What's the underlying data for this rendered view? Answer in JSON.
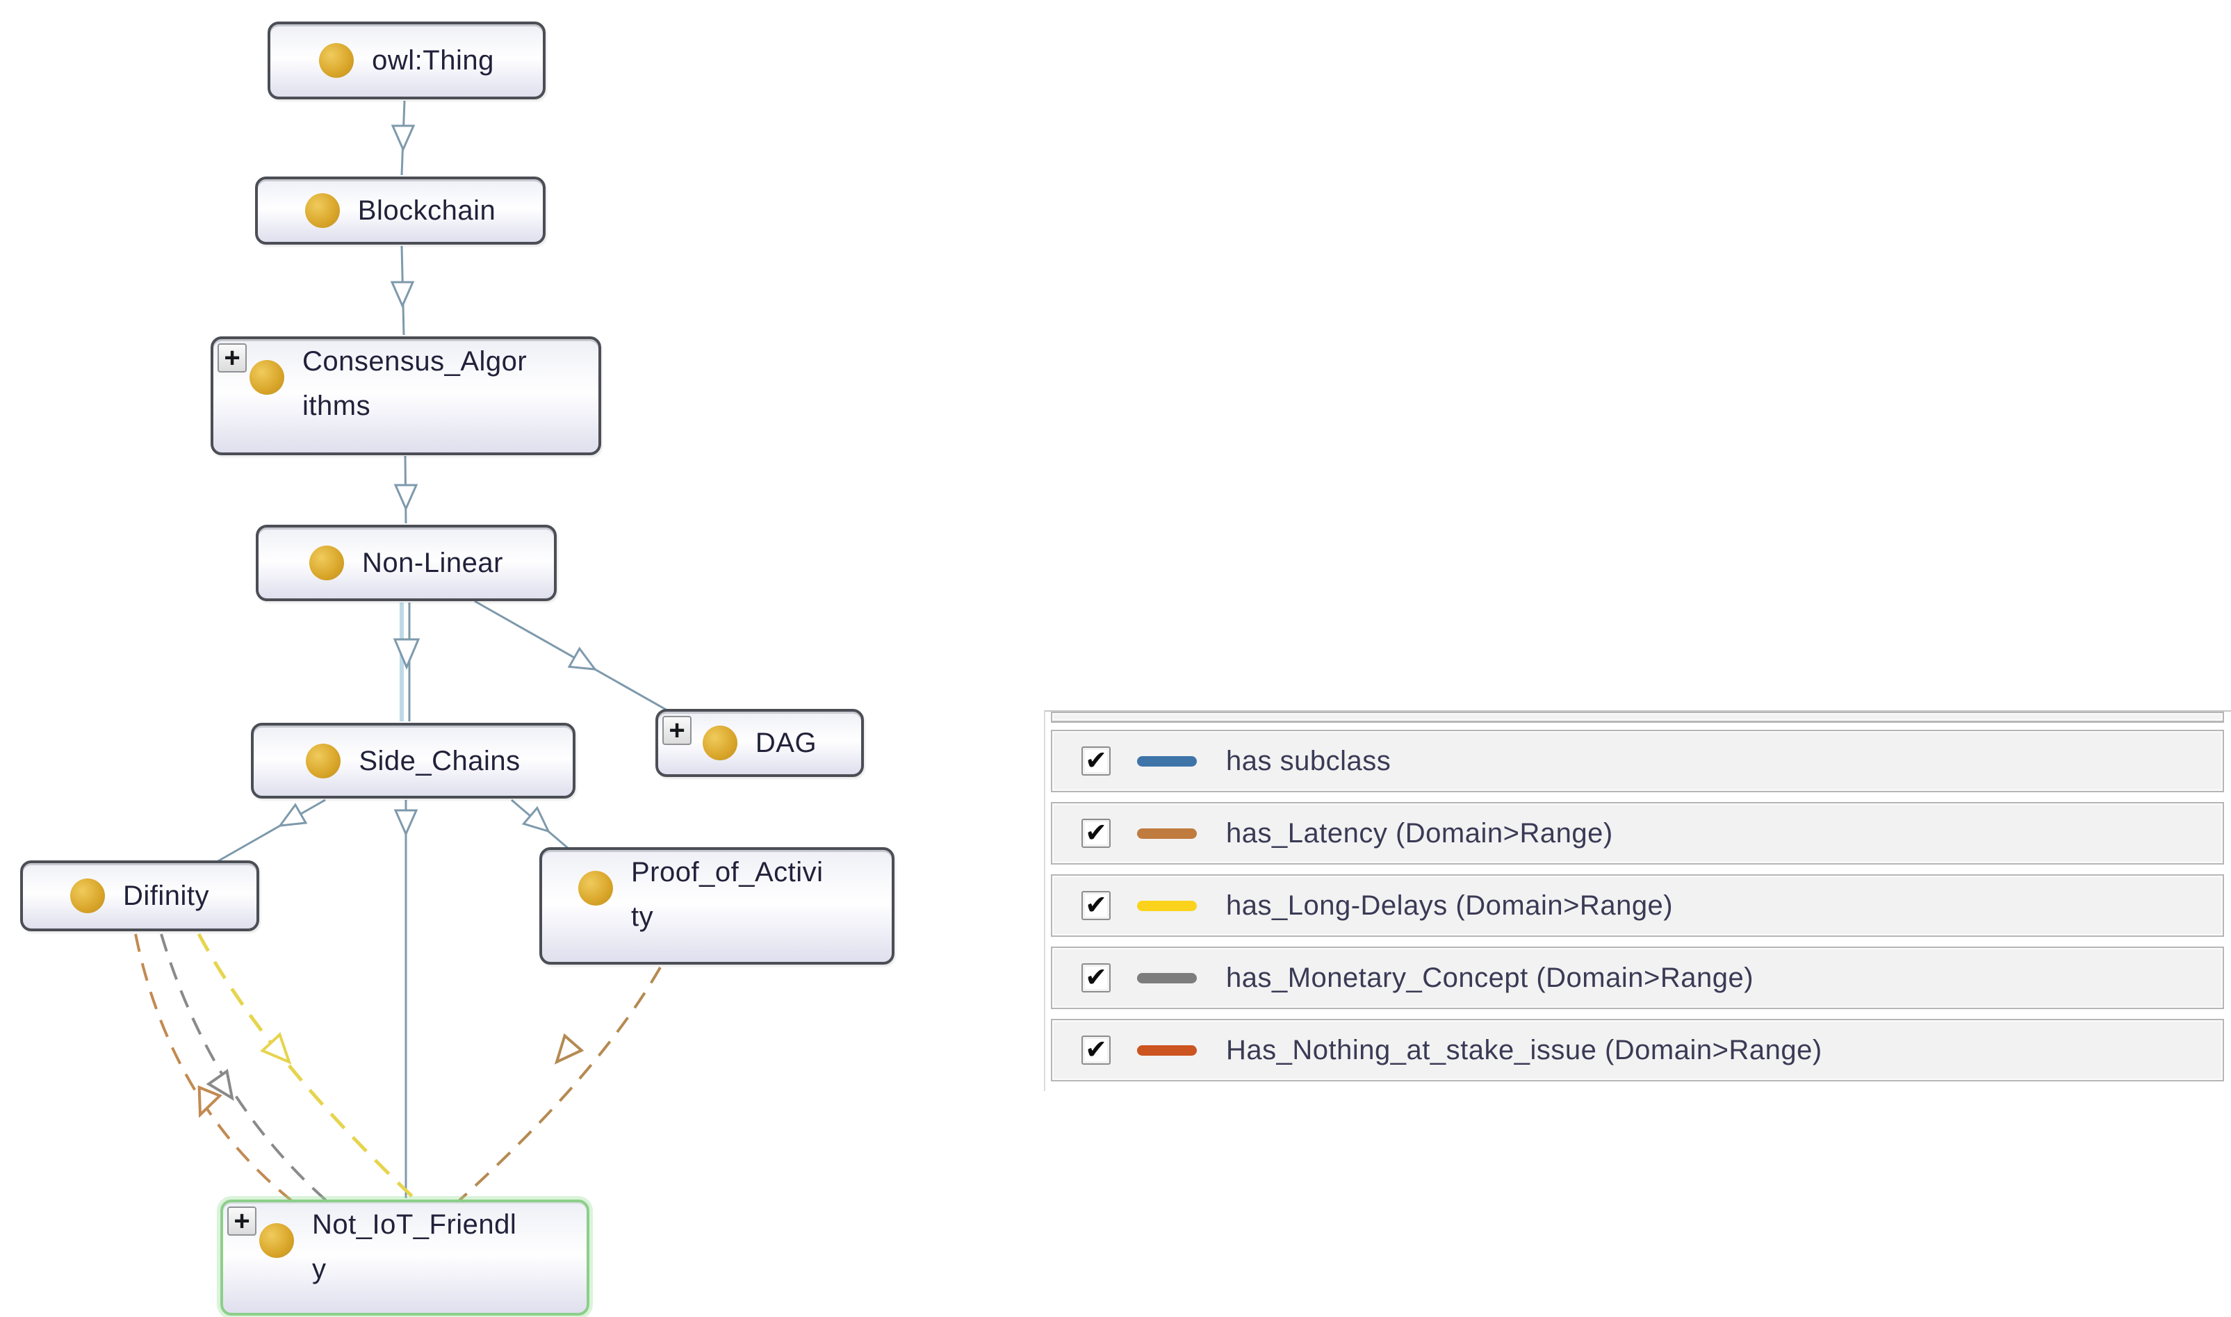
{
  "colors": {
    "node-border": "#4b4e55",
    "selected-border": "#8ccf8a",
    "class-icon": "#d9a62a",
    "subclass-edge": "#7e9aac",
    "subclass-edge-light": "#bedae8",
    "latency-edge": "#b58a52",
    "long-delays-edge": "#e6d44d",
    "monetary-edge": "#8a8a8a",
    "nothing-at-stake-edge": "#c28a52"
  },
  "graph": {
    "expand_glyph": "+",
    "nodes": [
      {
        "id": "owl-thing",
        "lines": [
          "owl:Thing"
        ],
        "expandable": false,
        "selected": false
      },
      {
        "id": "blockchain",
        "lines": [
          "Blockchain"
        ],
        "expandable": false,
        "selected": false
      },
      {
        "id": "consensus-algorithms",
        "lines": [
          "Consensus_Algor",
          "ithms"
        ],
        "expandable": true,
        "selected": false
      },
      {
        "id": "non-linear",
        "lines": [
          "Non-Linear"
        ],
        "expandable": false,
        "selected": false
      },
      {
        "id": "side-chains",
        "lines": [
          "Side_Chains"
        ],
        "expandable": false,
        "selected": false
      },
      {
        "id": "dag",
        "lines": [
          "DAG"
        ],
        "expandable": true,
        "selected": false
      },
      {
        "id": "difinity",
        "lines": [
          "Difinity"
        ],
        "expandable": false,
        "selected": false
      },
      {
        "id": "proof-of-activity",
        "lines": [
          "Proof_of_Activi",
          "ty"
        ],
        "expandable": false,
        "selected": false
      },
      {
        "id": "not-iot-friendly",
        "lines": [
          "Not_IoT_Friendl",
          "y"
        ],
        "expandable": true,
        "selected": true
      }
    ],
    "edges": [
      {
        "from": "owl:Thing",
        "to": "Blockchain",
        "relation": "has subclass"
      },
      {
        "from": "Blockchain",
        "to": "Consensus_Algorithms",
        "relation": "has subclass"
      },
      {
        "from": "Consensus_Algorithms",
        "to": "Non-Linear",
        "relation": "has subclass"
      },
      {
        "from": "Non-Linear",
        "to": "Side_Chains",
        "relation": "has subclass"
      },
      {
        "from": "Non-Linear",
        "to": "DAG",
        "relation": "has subclass"
      },
      {
        "from": "Side_Chains",
        "to": "Difinity",
        "relation": "has subclass"
      },
      {
        "from": "Side_Chains",
        "to": "Not_IoT_Friendly",
        "relation": "has subclass"
      },
      {
        "from": "Side_Chains",
        "to": "Proof_of_Activity",
        "relation": "has subclass"
      },
      {
        "from": "Difinity",
        "to": "Not_IoT_Friendly",
        "relation": "Has_Nothing_at_stake_issue"
      },
      {
        "from": "Difinity",
        "to": "Not_IoT_Friendly",
        "relation": "has_Monetary_Concept"
      },
      {
        "from": "Difinity",
        "to": "Not_IoT_Friendly",
        "relation": "has_Long-Delays"
      },
      {
        "from": "Proof_of_Activity",
        "to": "Not_IoT_Friendly",
        "relation": "has_Latency"
      }
    ]
  },
  "legend": {
    "check_glyph": "✔",
    "items": [
      {
        "label": "has subclass",
        "color": "#3e74a8",
        "checked": true
      },
      {
        "label": "has_Latency (Domain>Range)",
        "color": "#c07b3e",
        "checked": true
      },
      {
        "label": "has_Long-Delays (Domain>Range)",
        "color": "#fbd31c",
        "checked": true
      },
      {
        "label": "has_Monetary_Concept (Domain>Range)",
        "color": "#7d7d7d",
        "checked": true
      },
      {
        "label": "Has_Nothing_at_stake_issue (Domain>Range)",
        "color": "#cc5420",
        "checked": true
      }
    ]
  }
}
